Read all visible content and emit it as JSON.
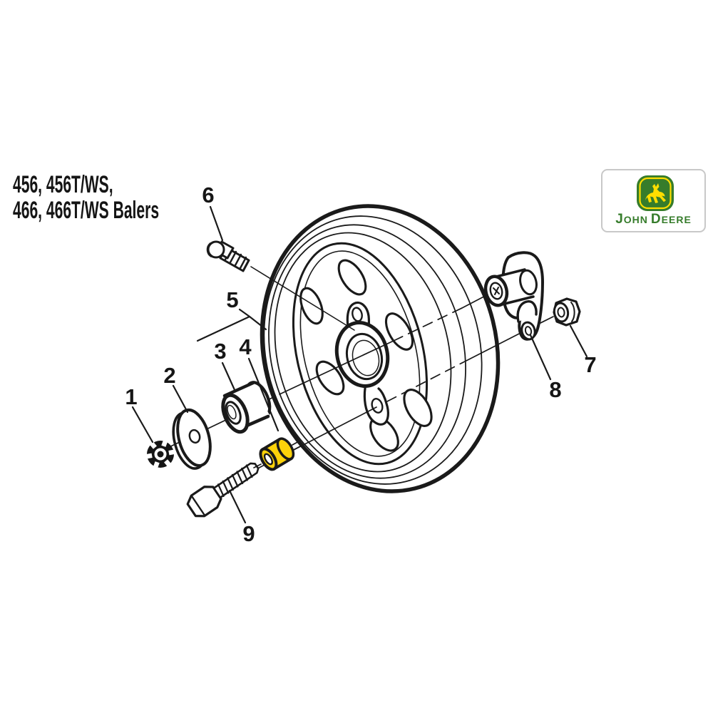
{
  "header": {
    "line1": "456, 456T/WS,",
    "line2": "466, 466T/WS Balers"
  },
  "logo": {
    "brand_words": [
      "John",
      "Deere"
    ],
    "green": "#367C2B",
    "yellow": "#FFDE00"
  },
  "diagram": {
    "type": "exploded-parts-diagram",
    "subject": "baler wheel assembly",
    "highlight_color": "#FCD20A",
    "highlighted_callout": "4",
    "callouts": [
      {
        "label": "1",
        "part_name": "castellated-lock-washer"
      },
      {
        "label": "2",
        "part_name": "flat-washer"
      },
      {
        "label": "3",
        "part_name": "bushing"
      },
      {
        "label": "4",
        "part_name": "spacer-bushing-highlighted"
      },
      {
        "label": "5",
        "part_name": "wheel-pulley"
      },
      {
        "label": "6",
        "part_name": "grease-fitting"
      },
      {
        "label": "7",
        "part_name": "lock-nut"
      },
      {
        "label": "8",
        "part_name": "support-bracket"
      },
      {
        "label": "9",
        "part_name": "hex-bolt"
      }
    ]
  }
}
